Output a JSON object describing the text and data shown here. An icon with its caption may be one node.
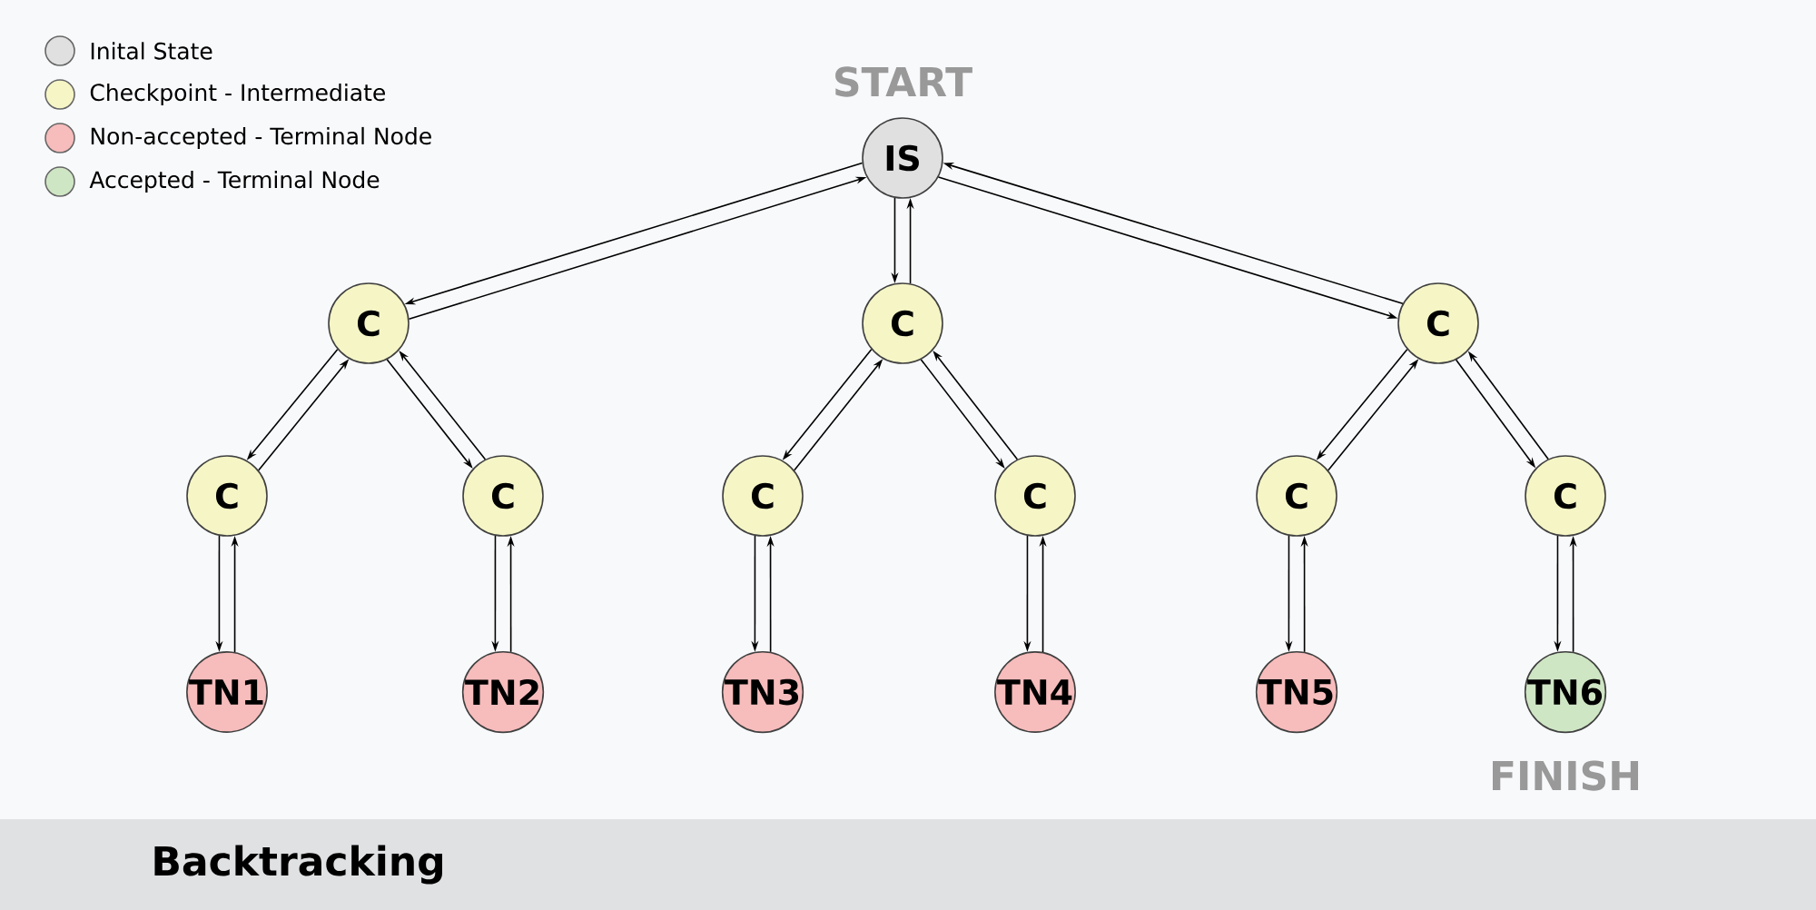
{
  "diagram": {
    "title": "Backtracking",
    "nodes": [
      {
        "text": [
          "IS"
        ],
        "beside": [
          "START"
        ]
      },
      {
        "text": [
          "C"
        ]
      },
      {
        "text": [
          "C"
        ]
      },
      {
        "text": [
          "C"
        ]
      },
      {
        "text": [
          "C"
        ]
      },
      {
        "text": [
          "C"
        ]
      },
      {
        "text": [
          "C"
        ]
      },
      {
        "text": [
          "C"
        ]
      },
      {
        "text": [
          "C"
        ]
      },
      {
        "text": [
          "C"
        ]
      },
      {
        "text": [
          "TN1"
        ]
      },
      {
        "text": [
          "TN2"
        ]
      },
      {
        "text": [
          "TN3"
        ]
      },
      {
        "text": [
          "TN4"
        ]
      },
      {
        "text": [
          "TN5"
        ]
      },
      {
        "text": [
          "TN6"
        ],
        "beside": [
          "FINISH"
        ]
      }
    ],
    "edges": [
      {
        "from": 0,
        "to": 1,
        "arrow": "to"
      },
      {
        "from": 1,
        "to": 0,
        "arrow": "to"
      },
      {
        "from": 0,
        "to": 2,
        "arrow": "to"
      },
      {
        "from": 2,
        "to": 0,
        "arrow": "to"
      },
      {
        "from": 0,
        "to": 3,
        "arrow": "to"
      },
      {
        "from": 3,
        "to": 0,
        "arrow": "to"
      },
      {
        "from": 1,
        "to": 4,
        "arrow": "to"
      },
      {
        "from": 4,
        "to": 1,
        "arrow": "to"
      },
      {
        "from": 1,
        "to": 5,
        "arrow": "to"
      },
      {
        "from": 5,
        "to": 1,
        "arrow": "to"
      },
      {
        "from": 2,
        "to": 6,
        "arrow": "to"
      },
      {
        "from": 6,
        "to": 2,
        "arrow": "to"
      },
      {
        "from": 2,
        "to": 7,
        "arrow": "to"
      },
      {
        "from": 7,
        "to": 2,
        "arrow": "to"
      },
      {
        "from": 3,
        "to": 8,
        "arrow": "to"
      },
      {
        "from": 8,
        "to": 3,
        "arrow": "to"
      },
      {
        "from": 3,
        "to": 9,
        "arrow": "to"
      },
      {
        "from": 9,
        "to": 3,
        "arrow": "to"
      },
      {
        "from": 4,
        "to": 10,
        "arrow": "to"
      },
      {
        "from": 10,
        "to": 4,
        "arrow": "to"
      },
      {
        "from": 5,
        "to": 11,
        "arrow": "to"
      },
      {
        "from": 11,
        "to": 5,
        "arrow": "to"
      },
      {
        "from": 6,
        "to": 12,
        "arrow": "to"
      },
      {
        "from": 12,
        "to": 6,
        "arrow": "to"
      },
      {
        "from": 7,
        "to": 13,
        "arrow": "to"
      },
      {
        "from": 13,
        "to": 7,
        "arrow": "to"
      },
      {
        "from": 8,
        "to": 14,
        "arrow": "to"
      },
      {
        "from": 14,
        "to": 8,
        "arrow": "to"
      },
      {
        "from": 9,
        "to": 15,
        "arrow": "to"
      },
      {
        "from": 15,
        "to": 9,
        "arrow": "to"
      }
    ],
    "legend": [
      {
        "text": "Inital State",
        "color": "#e0e0e0"
      },
      {
        "text": "Checkpoint - Intermediate",
        "color": "#f5f5c6"
      },
      {
        "text": "Non-accepted - Terminal Node",
        "color": "#f7bcbc"
      },
      {
        "text": "Accepted - Terminal Node",
        "color": "#cfe6c4"
      }
    ]
  }
}
